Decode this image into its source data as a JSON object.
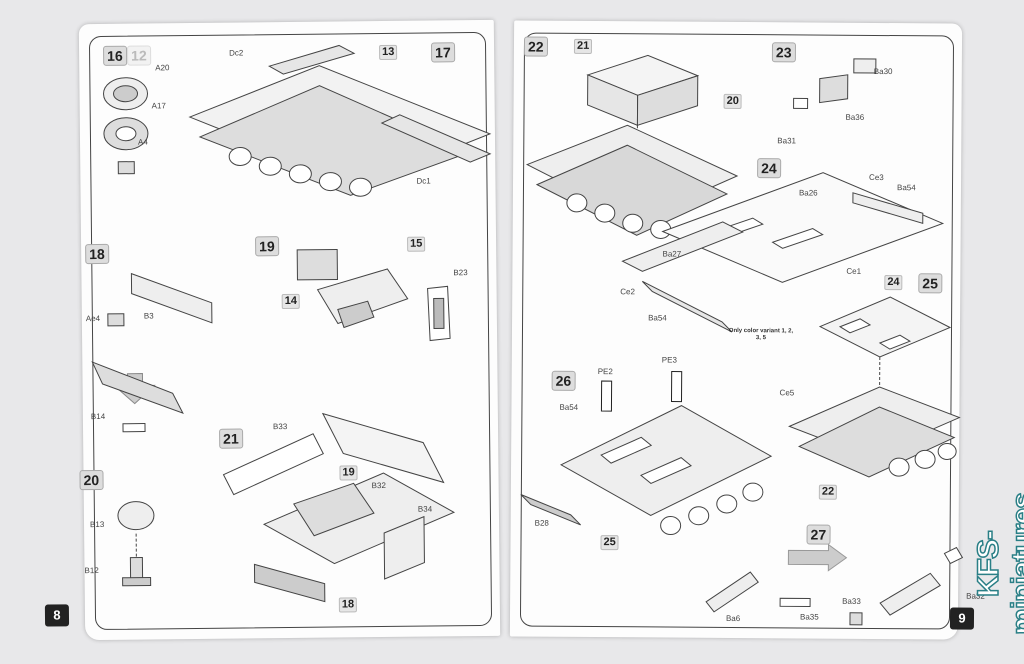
{
  "left_page": {
    "page_number": "8",
    "steps": [
      {
        "number": "16",
        "ghost": "12",
        "labels": {
          "a20": "A20",
          "a17": "A17",
          "a4": "A4",
          "dc2": "Dc2",
          "dc1": "Dc1"
        },
        "callout": "13"
      },
      {
        "number": "17"
      },
      {
        "number": "18",
        "labels": {
          "ae4": "Ae4",
          "b3": "B3",
          "b14": "B14"
        }
      },
      {
        "number": "19",
        "labels": {
          "b23": "B23"
        },
        "callouts": [
          "15",
          "14"
        ]
      },
      {
        "number": "20",
        "labels": {
          "b13": "B13",
          "b12": "B12"
        }
      },
      {
        "number": "21",
        "labels": {
          "b33": "B33",
          "b32": "B32",
          "b34": "B34"
        },
        "callouts": [
          "19",
          "18"
        ]
      }
    ]
  },
  "right_page": {
    "page_number": "9",
    "steps": [
      {
        "number": "22",
        "callouts": [
          "21",
          "20"
        ]
      },
      {
        "number": "23",
        "labels": {
          "ba30": "Ba30",
          "ba36": "Ba36",
          "ba31": "Ba31"
        }
      },
      {
        "number": "24",
        "labels": {
          "ba26": "Ba26",
          "ce3": "Ce3",
          "ba54": "Ba54",
          "ba27": "Ba27",
          "ce1": "Ce1",
          "ce2": "Ce2",
          "ba54b": "Ba54",
          "ce5": "Ce5"
        },
        "note": "Only color variant 1, 2, 3, 5"
      },
      {
        "number": "25",
        "callouts": [
          "24",
          "22"
        ]
      },
      {
        "number": "26",
        "labels": {
          "pe2": "PE2",
          "pe3": "PE3",
          "ba54": "Ba54",
          "b28": "B28"
        },
        "callout": "25"
      },
      {
        "number": "27",
        "labels": {
          "ba33": "Ba33",
          "ba32": "Ba32",
          "ba6": "Ba6",
          "ba35": "Ba35"
        }
      }
    ]
  },
  "watermark": "KFS-miniatures",
  "colors": {
    "line": "#444444",
    "part": "#cfcfcf",
    "background": "#e8e8ea",
    "watermark_stroke": "#2a7f86"
  }
}
